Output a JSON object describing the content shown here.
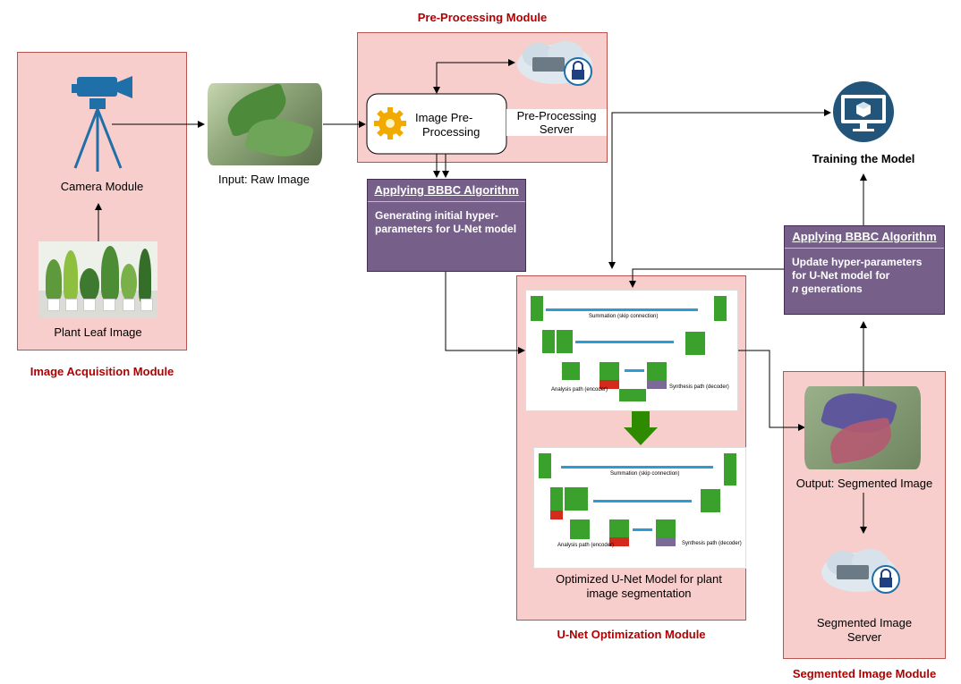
{
  "modules": {
    "acquisition": "Image Acquisition Module",
    "preprocessing": "Pre-Processing Module",
    "unet": "U-Net Optimization Module",
    "segmented": "Segmented Image Module"
  },
  "labels": {
    "camera": "Camera Module",
    "plant_leaf": "Plant Leaf Image",
    "raw_image": "Input: Raw Image",
    "image_pre_line1": "Image Pre-",
    "image_pre_line2": "Processing",
    "pre_server_line1": "Pre-Processing",
    "pre_server_line2": "Server",
    "training": "Training the Model",
    "output_segmented": "Output: Segmented Image",
    "seg_server_line1": "Segmented Image",
    "seg_server_line2": "Server",
    "optimized_line1": "Optimized U-Net Model for plant",
    "optimized_line2": "image segmentation"
  },
  "bbbc_left": {
    "title": "Applying BBBC Algorithm",
    "line1": "Generating initial hyper-",
    "line2": "parameters for U-Net model"
  },
  "bbbc_right": {
    "title": "Applying BBBC Algorithm",
    "line1": "Update hyper-parameters",
    "line2": "for U-Net model for",
    "line3_italic": "n",
    "line3_rest": " generations"
  },
  "unet_diagram": {
    "skip_label": "Summation (skip connection)",
    "analysis_label": "Analysis path (encoder)",
    "synthesis_label": "Synthesis path (decoder)"
  },
  "colors": {
    "module_fill": "#f8cecc",
    "module_border": "#b85450",
    "title_red": "#b20000",
    "bbbc_fill": "#76608a",
    "arrow_green": "#2e8b00",
    "icon_blue": "#1f6fa8"
  },
  "icons": [
    "video-camera-icon",
    "gear-icon",
    "cloud-lock-server-icon",
    "monitor-cube-icon"
  ]
}
